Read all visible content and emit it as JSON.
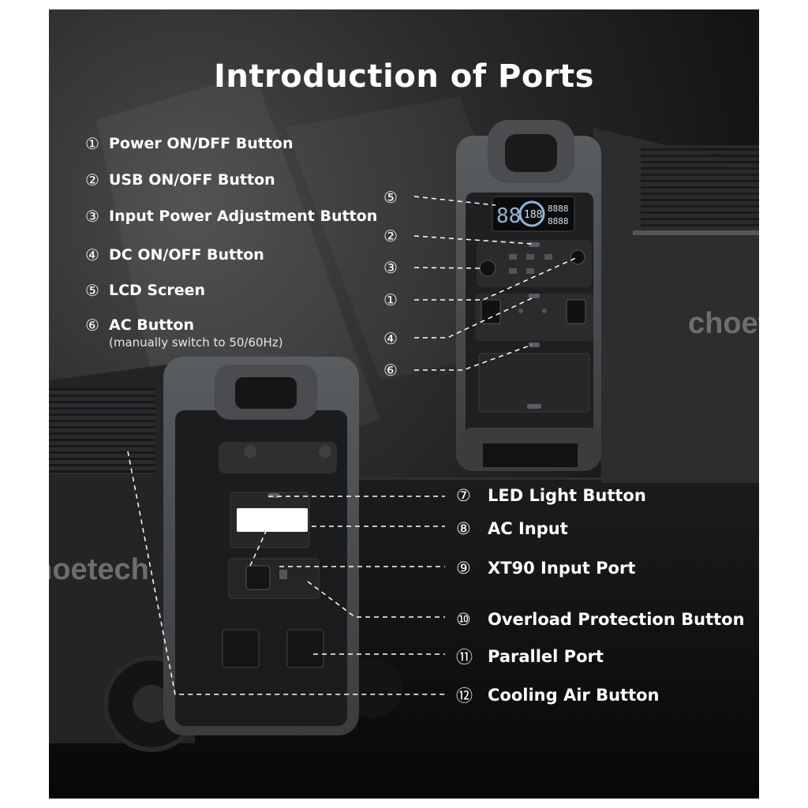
{
  "title": "Introduction of Ports",
  "brand": "choetech",
  "left_list": [
    {
      "num": "①",
      "label": "Power ON/DFF Button"
    },
    {
      "num": "②",
      "label": "USB ON/OFF Button"
    },
    {
      "num": "③",
      "label": "Input Power Adjustment Button"
    },
    {
      "num": "④",
      "label": "DC ON/OFF Button"
    },
    {
      "num": "⑤",
      "label": "LCD Screen"
    },
    {
      "num": "⑥",
      "label": "AC Button",
      "note": "(manually switch to 50/60Hz)"
    }
  ],
  "front_markers": [
    "⑤",
    "②",
    "③",
    "①",
    "④",
    "⑥"
  ],
  "right_list": [
    {
      "num": "⑦",
      "label": "LED Light Button"
    },
    {
      "num": "⑧",
      "label": "AC Input"
    },
    {
      "num": "⑨",
      "label": "XT90 Input Port"
    },
    {
      "num": "⑩",
      "label": "Overload Protection Button"
    },
    {
      "num": "⑪",
      "label": "Parallel Port"
    },
    {
      "num": "⑫",
      "label": "Cooling Air Button"
    }
  ],
  "lcd": {
    "big": "88",
    "ring": "188",
    "right_top": "8888",
    "right_bottom": "8888"
  },
  "colors": {
    "background": "#1a1a1a",
    "device_body": "#2a2a2a",
    "device_trim": "#4a4d50",
    "text": "#ffffff"
  }
}
